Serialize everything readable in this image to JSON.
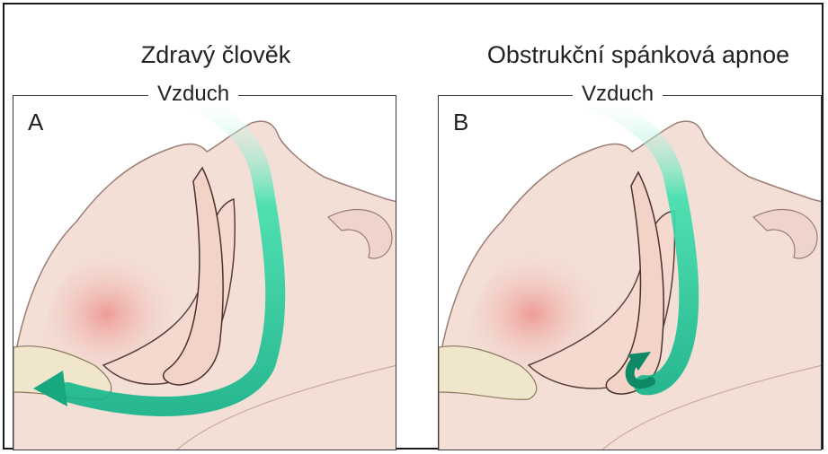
{
  "panel_a": {
    "title": "Zdravý člověk",
    "letter": "A",
    "air_label": "Vzduch"
  },
  "panel_b": {
    "title": "Obstrukční spánková apnoe",
    "letter": "B",
    "air_label": "Vzduch"
  },
  "colors": {
    "skin": "#f3dfd6",
    "skin_outline": "#9b7d73",
    "tissue_pink": "#f1a3a0",
    "airway": "#2fd9a4",
    "airway_dark": "#0f8a66",
    "teeth": "#efe6cc"
  }
}
